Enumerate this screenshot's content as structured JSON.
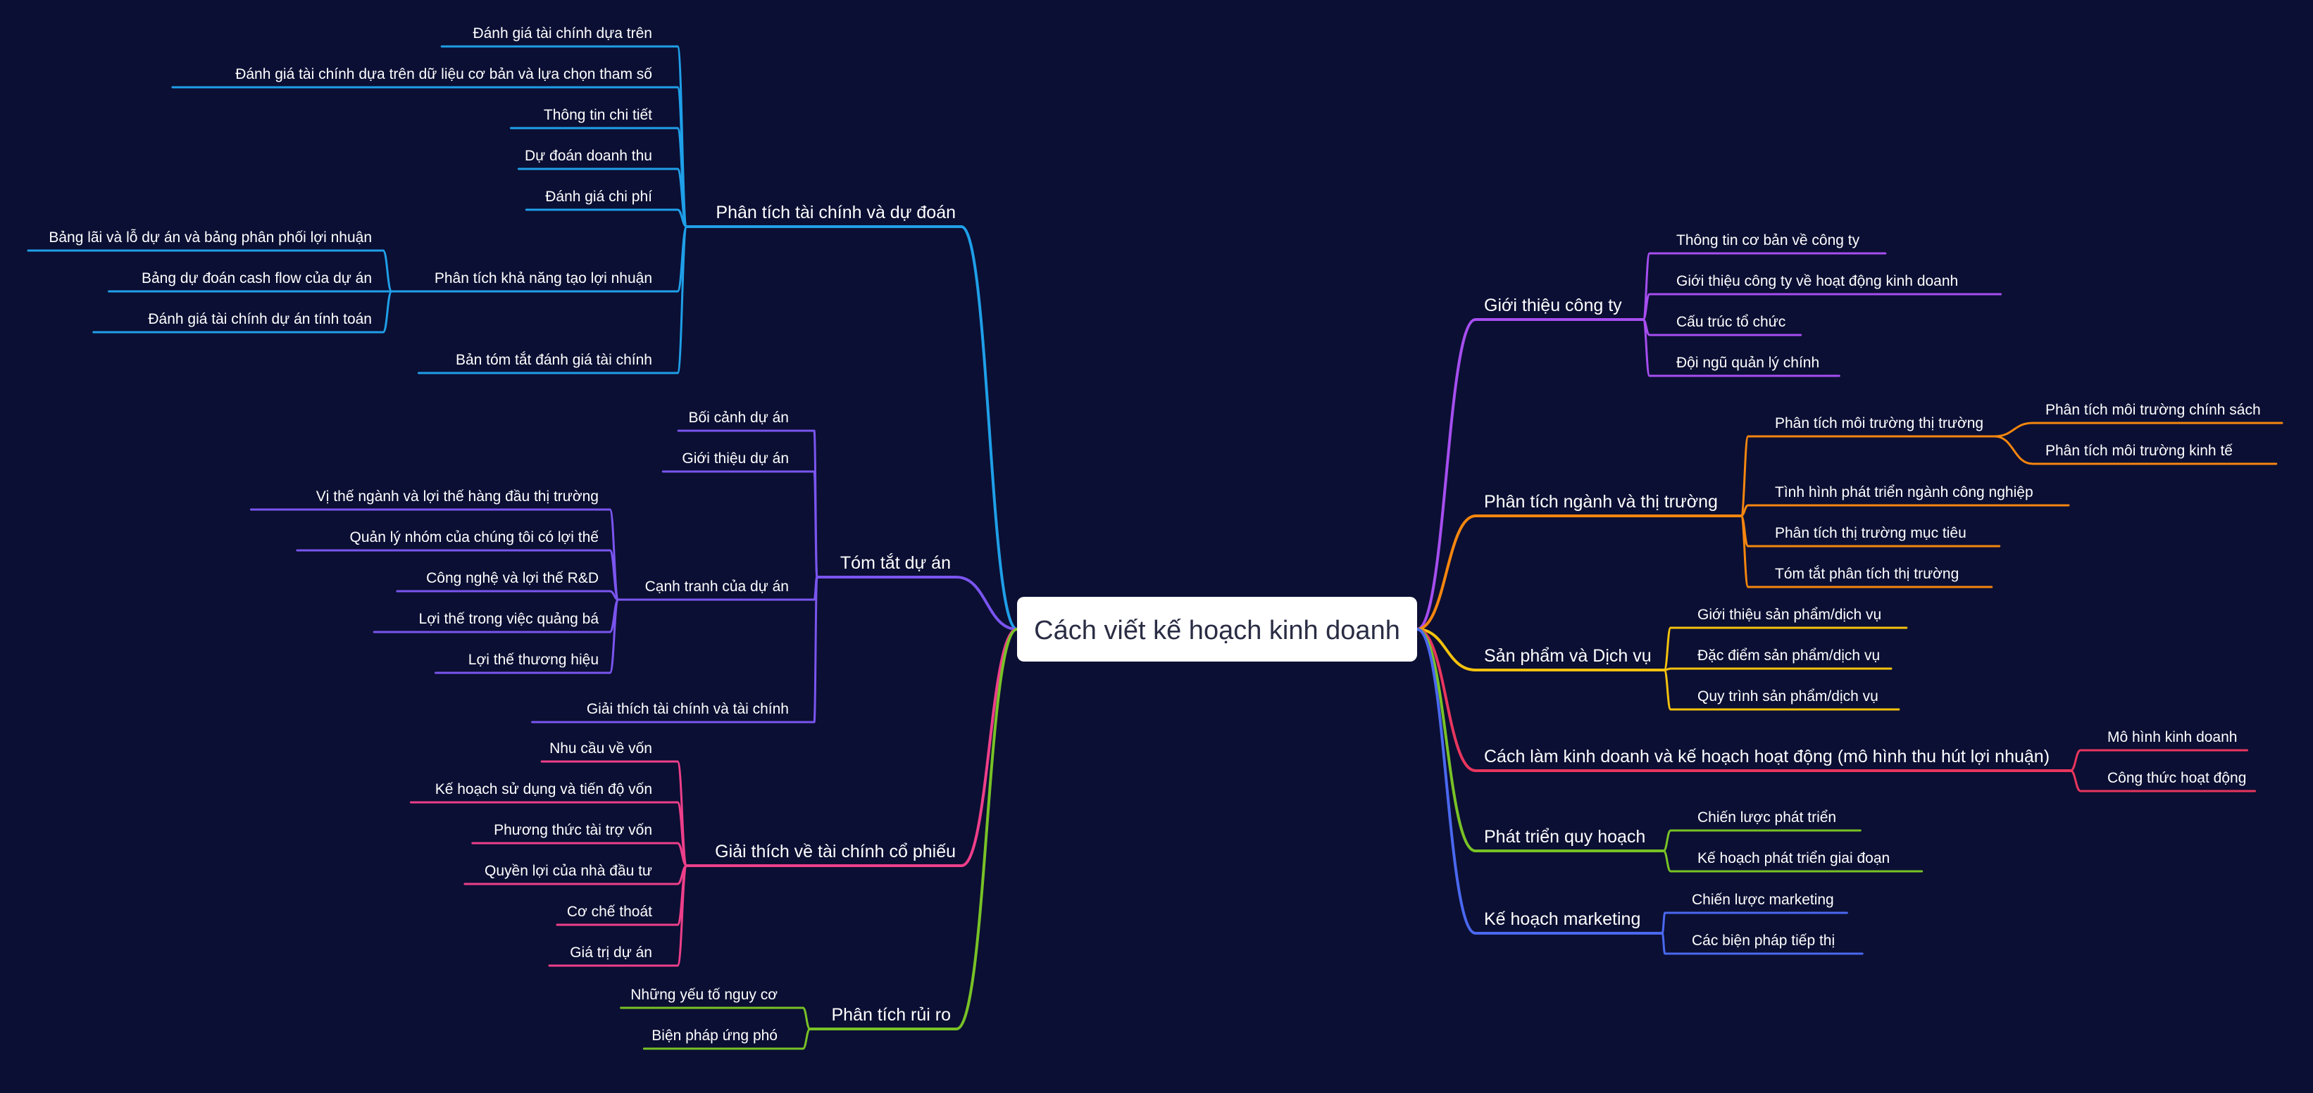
{
  "root": {
    "label": "Cách viết kế hoạch kinh doanh"
  },
  "branches": [
    {
      "id": "b1",
      "side": "left",
      "color": "#1f9fe8",
      "label": "Phân tích tài chính và dự đoán",
      "children": [
        {
          "label": "Đánh giá tài chính dựa trên"
        },
        {
          "label": "Đánh giá tài chính dựa trên dữ liệu cơ bản và lựa chọn tham số"
        },
        {
          "label": "Thông tin chi tiết"
        },
        {
          "label": "Dự đoán doanh thu"
        },
        {
          "label": "Đánh giá chi phí"
        },
        {
          "label": "Phân tích khả năng tạo lợi nhuận",
          "children": [
            {
              "label": "Bảng lãi và lỗ dự án và bảng phân phối lợi nhuận"
            },
            {
              "label": "Bảng dự đoán cash flow của dự án"
            },
            {
              "label": "Đánh giá tài chính dự án tính toán"
            }
          ]
        },
        {
          "label": "Bản tóm tắt đánh giá tài chính"
        }
      ]
    },
    {
      "id": "b2",
      "side": "left",
      "color": "#7a55ef",
      "label": "Tóm tắt dự án",
      "children": [
        {
          "label": "Bối cảnh dự án"
        },
        {
          "label": "Giới thiệu dự án"
        },
        {
          "label": "Cạnh tranh của dự án",
          "children": [
            {
              "label": "Vị thế ngành và lợi thế hàng đầu thị trường"
            },
            {
              "label": "Quản lý nhóm của chúng tôi có lợi thế"
            },
            {
              "label": "Công nghệ và lợi thế R&D"
            },
            {
              "label": "Lợi thế trong việc quảng bá"
            },
            {
              "label": "Lợi thế thương hiệu"
            }
          ]
        },
        {
          "label": "Giải thích tài chính và tài chính"
        }
      ]
    },
    {
      "id": "b3",
      "side": "left",
      "color": "#ee3f8a",
      "label": "Giải thích về tài chính cổ phiếu",
      "children": [
        {
          "label": "Nhu cầu về vốn"
        },
        {
          "label": "Kế hoạch sử dụng và tiến độ vốn"
        },
        {
          "label": "Phương thức tài trợ vốn"
        },
        {
          "label": "Quyền lợi của nhà đầu tư"
        },
        {
          "label": "Cơ chế thoát"
        },
        {
          "label": "Giá trị dự án"
        }
      ]
    },
    {
      "id": "b4",
      "side": "left",
      "color": "#78c226",
      "label": "Phân tích rủi ro",
      "children": [
        {
          "label": "Những yếu tố nguy cơ"
        },
        {
          "label": "Biện pháp ứng phó"
        }
      ]
    },
    {
      "id": "b5",
      "side": "right",
      "color": "#a64ef0",
      "label": "Giới thiệu công ty",
      "children": [
        {
          "label": "Thông tin cơ bản về công ty"
        },
        {
          "label": "Giới thiệu công ty về hoạt động kinh doanh"
        },
        {
          "label": "Cấu trúc tổ chức"
        },
        {
          "label": "Đội ngũ quản lý chính"
        }
      ]
    },
    {
      "id": "b6",
      "side": "right",
      "color": "#f5860f",
      "label": "Phân tích ngành và thị trường",
      "children": [
        {
          "label": "Phân tích môi trường thị trường",
          "children": [
            {
              "label": "Phân tích môi trường chính sách"
            },
            {
              "label": "Phân tích môi trường kinh tế"
            }
          ]
        },
        {
          "label": "Tình hình phát triển ngành công nghiệp"
        },
        {
          "label": "Phân tích thị trường mục tiêu"
        },
        {
          "label": "Tóm tắt phân tích thị trường"
        }
      ]
    },
    {
      "id": "b7",
      "side": "right",
      "color": "#f4c20d",
      "label": "Sản phẩm và Dịch vụ",
      "children": [
        {
          "label": "Giới thiệu sản phẩm/dịch vụ"
        },
        {
          "label": "Đặc điểm sản phẩm/dịch vụ"
        },
        {
          "label": "Quy trình sản phẩm/dịch vụ"
        }
      ]
    },
    {
      "id": "b8",
      "side": "right",
      "color": "#e8365e",
      "label": "Cách làm kinh doanh và kế hoạch hoạt động (mô hình thu hút lợi nhuận)",
      "children": [
        {
          "label": "Mô hình kinh doanh"
        },
        {
          "label": "Công thức hoạt động"
        }
      ]
    },
    {
      "id": "b9",
      "side": "right",
      "color": "#78c226",
      "label": "Phát triển quy hoạch",
      "children": [
        {
          "label": "Chiến lược phát triển"
        },
        {
          "label": "Kế hoạch phát triển giai đoạn"
        }
      ]
    },
    {
      "id": "b10",
      "side": "right",
      "color": "#4a68f0",
      "label": "Kế hoạch marketing",
      "children": [
        {
          "label": "Chiến lược marketing"
        },
        {
          "label": "Các biện pháp tiếp thị"
        }
      ]
    }
  ]
}
